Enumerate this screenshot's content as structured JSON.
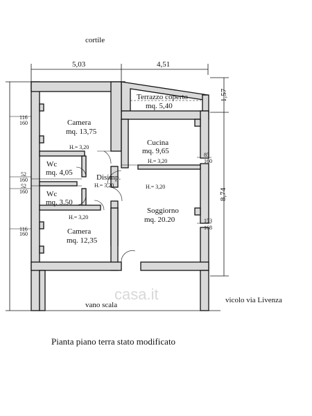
{
  "labels": {
    "courtyard": "cortile",
    "stairwell": "vano scala",
    "street": "vicolo via Livenza",
    "caption": "Pianta piano terra stato modificato",
    "watermark": "casa.it"
  },
  "dimensions": {
    "top_left": "5,03",
    "top_right": "4,51",
    "right_top": "1,57",
    "right_main": "8,74",
    "small_85": "85",
    "small_160_a": "160",
    "small_153": "153",
    "small_168": "168",
    "left_116_a": "116",
    "left_160_a": "160",
    "left_52_a": "52",
    "left_160_b": "160",
    "left_52_b": "52",
    "left_160_c": "160",
    "left_116_b": "116",
    "left_160_d": "160"
  },
  "rooms": {
    "terrazzo": {
      "name": "Terrazzo coperto",
      "area": "mq. 5,40"
    },
    "camera1": {
      "name": "Camera",
      "area": "mq. 13,75",
      "height": "H.= 3,20"
    },
    "cucina": {
      "name": "Cucina",
      "area": "mq. 9,65",
      "height": "H.= 3,20"
    },
    "wc1": {
      "name": "Wc",
      "area": "mq. 4,05"
    },
    "disimp": {
      "name": "Disimp.",
      "height": "H.= 3,20"
    },
    "wc2": {
      "name": "Wc",
      "area": "mq. 3.50"
    },
    "soggiorno": {
      "name": "Soggiorno",
      "area": "mq. 20.20",
      "height": "H.= 3,20"
    },
    "camera2": {
      "name": "Camera",
      "area": "mq. 12,35",
      "height": "H.= 3,20"
    }
  }
}
